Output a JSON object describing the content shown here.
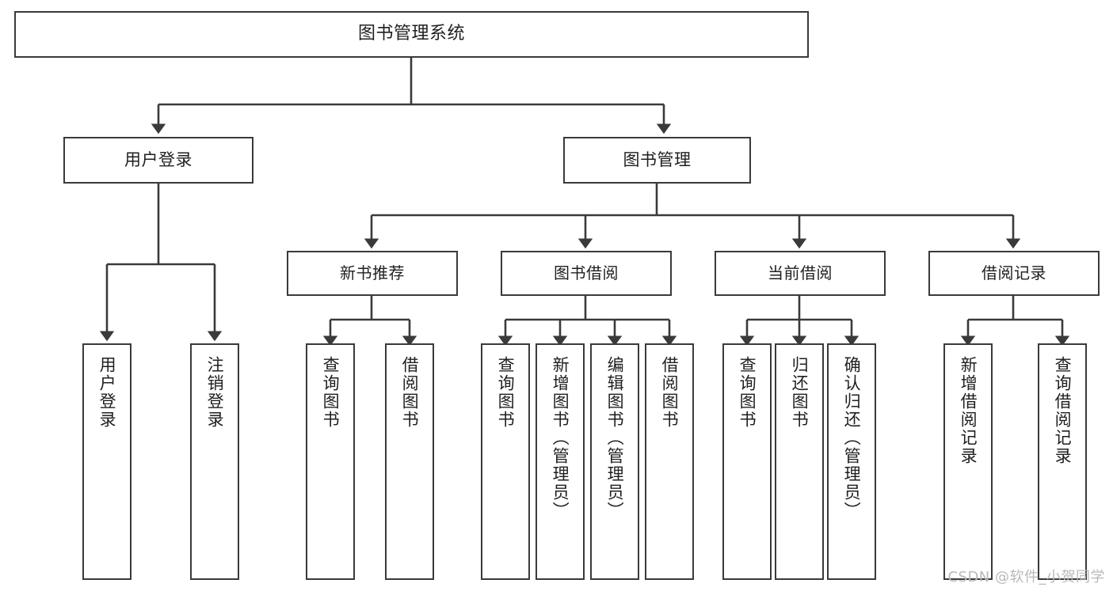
{
  "diagram": {
    "title": "图书管理系统",
    "type": "tree-hierarchy",
    "watermark": "CSDN @软件_小贺同学",
    "colors": {
      "stroke": "#3a3a3a",
      "fill": "#ffffff",
      "text": "#1f1f1f",
      "watermark": "#b9b9b9"
    },
    "nodes": {
      "root": {
        "label": "图书管理系统"
      },
      "level2": [
        {
          "id": "user-login",
          "label": "用户登录"
        },
        {
          "id": "book-manage",
          "label": "图书管理"
        }
      ],
      "level3": [
        {
          "id": "new-book-recommend",
          "label": "新书推荐"
        },
        {
          "id": "book-borrow",
          "label": "图书借阅"
        },
        {
          "id": "current-borrow",
          "label": "当前借阅"
        },
        {
          "id": "borrow-record",
          "label": "借阅记录"
        }
      ],
      "leaves": {
        "user_login": [
          {
            "id": "leaf-user-login",
            "label": "用户登录"
          },
          {
            "id": "leaf-logout-login",
            "label": "注销登录"
          }
        ],
        "new_book_recommend": [
          {
            "id": "leaf-query-book-1",
            "label": "查询图书"
          },
          {
            "id": "leaf-borrow-book-1",
            "label": "借阅图书"
          }
        ],
        "book_borrow": [
          {
            "id": "leaf-query-book-2",
            "label": "查询图书"
          },
          {
            "id": "leaf-add-book",
            "label": "新增图书（管理员）"
          },
          {
            "id": "leaf-edit-book",
            "label": "编辑图书（管理员）"
          },
          {
            "id": "leaf-borrow-book-2",
            "label": "借阅图书"
          }
        ],
        "current_borrow": [
          {
            "id": "leaf-query-book-3",
            "label": "查询图书"
          },
          {
            "id": "leaf-return-book",
            "label": "归还图书"
          },
          {
            "id": "leaf-confirm-return",
            "label": "确认归还（管理员）"
          }
        ],
        "borrow_record": [
          {
            "id": "leaf-add-record",
            "label": "新增借阅记录"
          },
          {
            "id": "leaf-query-record",
            "label": "查询借阅记录"
          }
        ]
      }
    }
  }
}
